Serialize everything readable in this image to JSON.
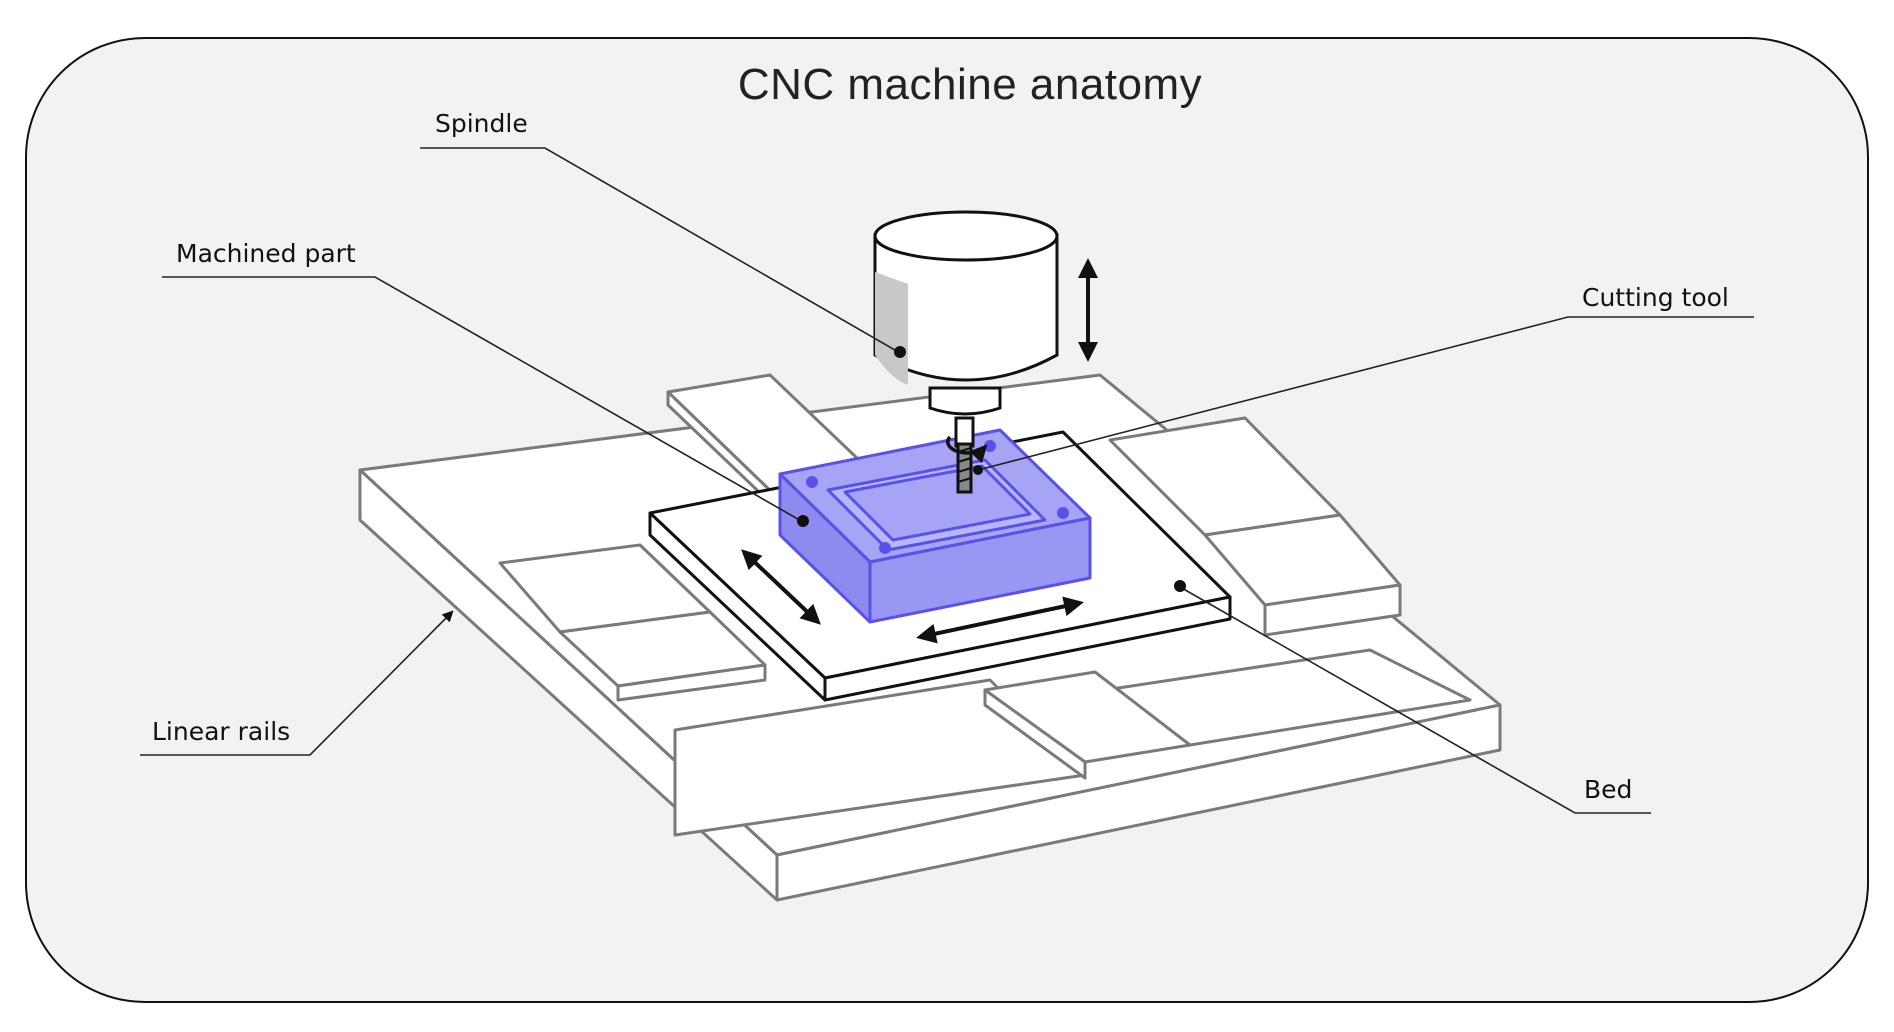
{
  "title": "CNC machine anatomy",
  "labels": {
    "spindle": "Spindle",
    "machined_part": "Machined part",
    "cutting_tool": "Cutting tool",
    "linear_rails": "Linear rails",
    "bed": "Bed"
  },
  "colors": {
    "background": "#f2f2f2",
    "frame_border": "#111111",
    "machine_outline": "#777777",
    "machined_part_fill": "#9f9cf5",
    "machined_part_edge": "#5a52e8",
    "arrows": "#111111"
  }
}
